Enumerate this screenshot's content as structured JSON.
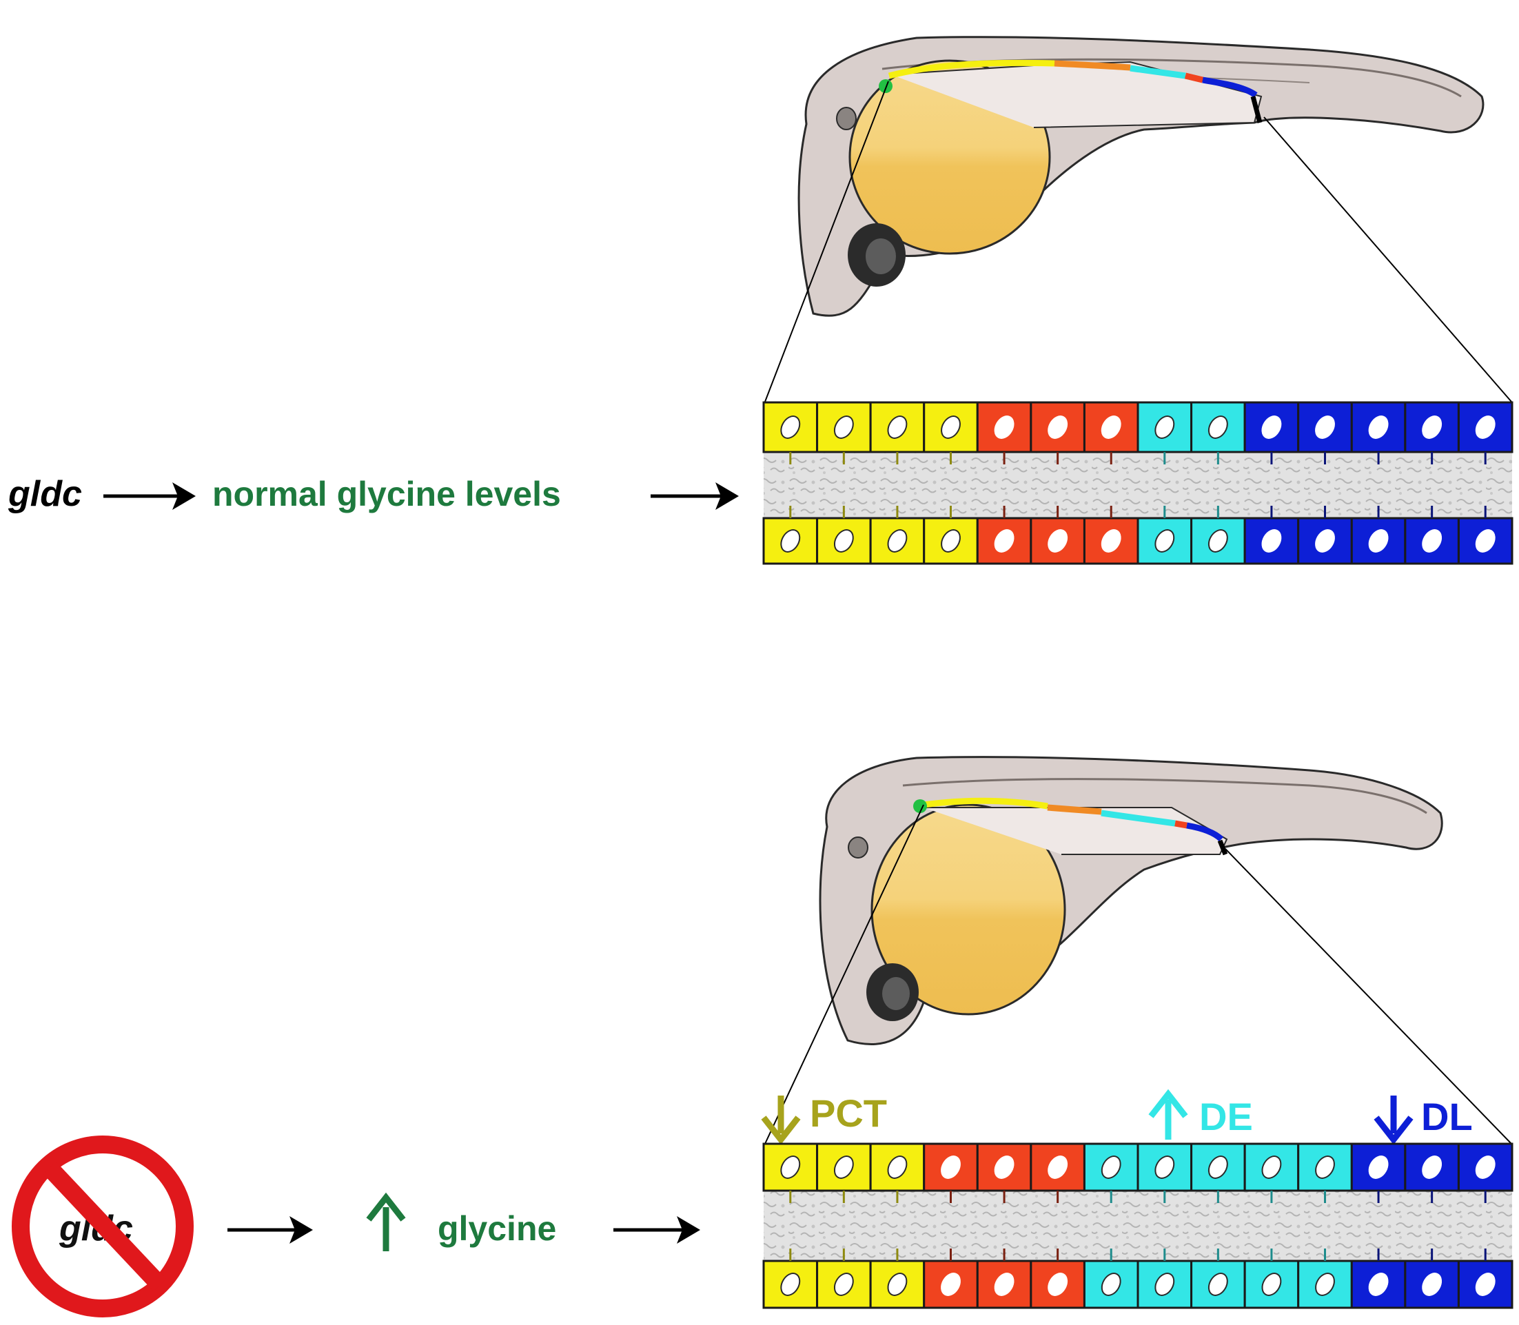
{
  "colors": {
    "pct": "#f5ef10",
    "late_pct": "#f0431f",
    "de": "#33e6e6",
    "dl": "#0d1fd6",
    "green_text": "#1e7a3e",
    "pct_arrow": "#a7a31c",
    "prohibit": "#e0181c",
    "yolk": "#f3c863",
    "body": "#d9cfcc"
  },
  "top_panel": {
    "gene_label": "gldc",
    "result_label": "normal glycine levels",
    "segments": [
      {
        "zone": "pct",
        "cells": 4
      },
      {
        "zone": "late_pct",
        "cells": 3
      },
      {
        "zone": "de",
        "cells": 2
      },
      {
        "zone": "dl",
        "cells": 5
      }
    ]
  },
  "bottom_panel": {
    "gene_label": "gldc",
    "result_label": "glycine",
    "result_arrow": "up",
    "segments": [
      {
        "zone": "pct",
        "cells": 3
      },
      {
        "zone": "late_pct",
        "cells": 3
      },
      {
        "zone": "de",
        "cells": 5
      },
      {
        "zone": "dl",
        "cells": 3
      }
    ],
    "segment_labels": {
      "pct": {
        "text": "PCT",
        "direction": "down"
      },
      "de": {
        "text": "DE",
        "direction": "up"
      },
      "dl": {
        "text": "DL",
        "direction": "down"
      }
    }
  },
  "icons": [
    "zebrafish-embryo-icon",
    "prohibition-icon",
    "arrow-right-icon",
    "arrow-up-icon",
    "arrow-down-icon"
  ]
}
